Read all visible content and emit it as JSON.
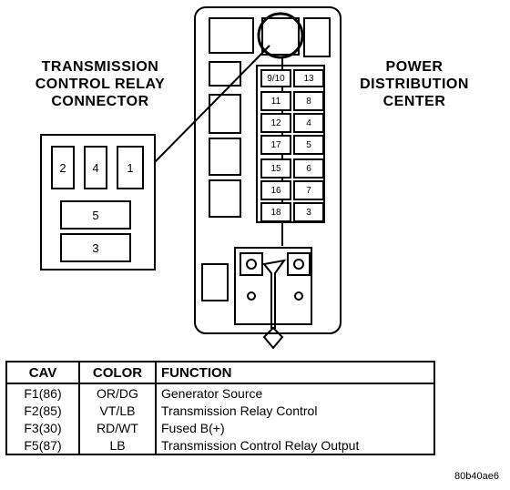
{
  "diagram": {
    "relay_title": [
      "TRANSMISSION",
      "CONTROL RELAY",
      "CONNECTOR"
    ],
    "pdc_title": [
      "POWER",
      "DISTRIBUTION",
      "CENTER"
    ],
    "relay_cavities": [
      "2",
      "4",
      "1",
      "5",
      "3"
    ],
    "fuse_labels": [
      "9/10",
      "13",
      "11",
      "8",
      "12",
      "4",
      "17",
      "5",
      "15",
      "6",
      "16",
      "7",
      "18",
      "3"
    ]
  },
  "table": {
    "headers": [
      "CAV",
      "COLOR",
      "FUNCTION"
    ],
    "rows": [
      [
        "F1(86)",
        "OR/DG",
        "Generator Source"
      ],
      [
        "F2(85)",
        "VT/LB",
        "Transmission Relay Control"
      ],
      [
        "F3(30)",
        "RD/WT",
        "Fused B(+)"
      ],
      [
        "F5(87)",
        "LB",
        "Transmission Control Relay Output"
      ]
    ]
  },
  "reference_code": "80b40ae6"
}
